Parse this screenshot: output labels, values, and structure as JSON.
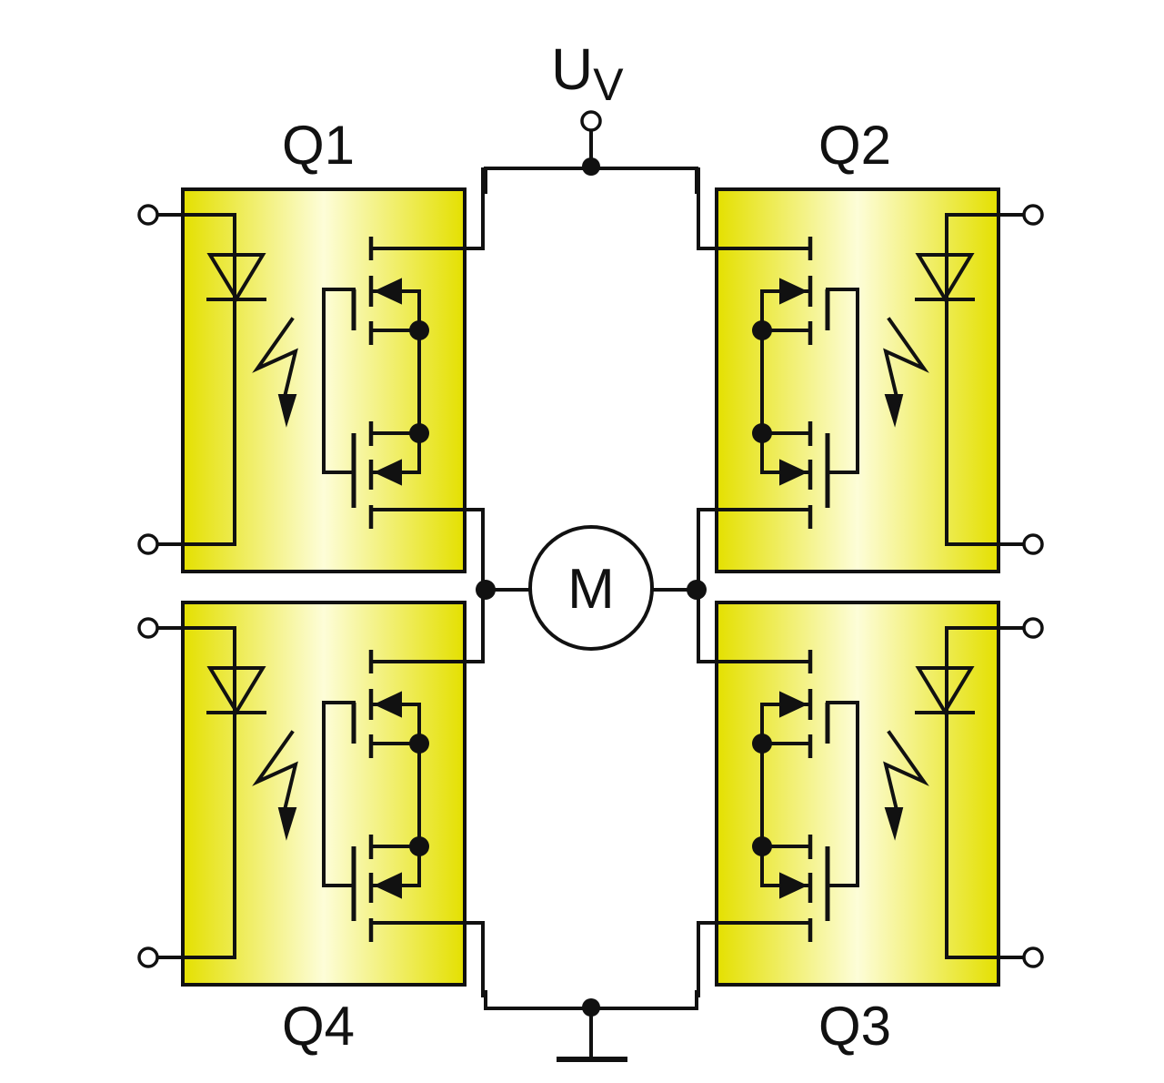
{
  "supply": {
    "main": "U",
    "sub": "V"
  },
  "motor": {
    "label": "M"
  },
  "modules": [
    {
      "id": "q1",
      "label": "Q1"
    },
    {
      "id": "q2",
      "label": "Q2"
    },
    {
      "id": "q3",
      "label": "Q3"
    },
    {
      "id": "q4",
      "label": "Q4"
    }
  ],
  "colors": {
    "module_edge": "#e4e000",
    "module_center": "#fdfdd8",
    "wire": "#111111",
    "background": "#ffffff"
  }
}
